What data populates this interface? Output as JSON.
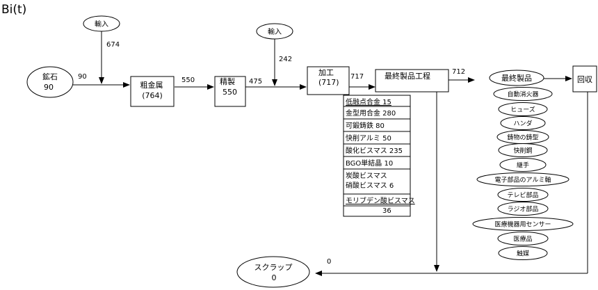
{
  "title": "Bi(t)",
  "nodes": {
    "ore": {
      "label": "鉱石",
      "value": "90"
    },
    "import1": {
      "label": "輸入"
    },
    "import2": {
      "label": "輸入"
    },
    "crude_metal": {
      "label": "粗金属",
      "value": "(764)"
    },
    "refining": {
      "label": "精製",
      "value": "550"
    },
    "processing": {
      "label": "加工",
      "value": "(717)"
    },
    "final_process": {
      "label": "最終製品工程"
    },
    "final_products": {
      "label": "最終製品"
    },
    "recovery": {
      "label": "回収"
    },
    "scrap": {
      "label": "スクラップ",
      "value": "0"
    }
  },
  "flows": {
    "import1": "674",
    "ore_out": "90",
    "crude_out": "550",
    "import2": "242",
    "refining_out": "475",
    "processing_out": "717",
    "final_out": "712",
    "scrap_in": "0"
  },
  "intermediate_items": [
    {
      "line1": "低融点合金 15"
    },
    {
      "line1": "金型用合金 280"
    },
    {
      "line1": "可鍛鋳鉄 80"
    },
    {
      "line1": "快削アルミ 50"
    },
    {
      "line1": "酸化ビスマス 235"
    },
    {
      "line1": "BGO単結晶 10"
    },
    {
      "line1": "炭酸ビスマス",
      "line2": "硝酸ビスマス 6"
    },
    {
      "line1": "モリブデン酸ビスマス",
      "line2": "36"
    }
  ],
  "final_products": [
    "自動消火器",
    "ヒューズ",
    "ハンダ",
    "鋳物の鋳型",
    "快削鋼",
    "継手",
    "電子部品のアルミ軸",
    "テレビ部品",
    "ラジオ部品",
    "医療機器用センサー",
    "医療品",
    "触媒"
  ]
}
